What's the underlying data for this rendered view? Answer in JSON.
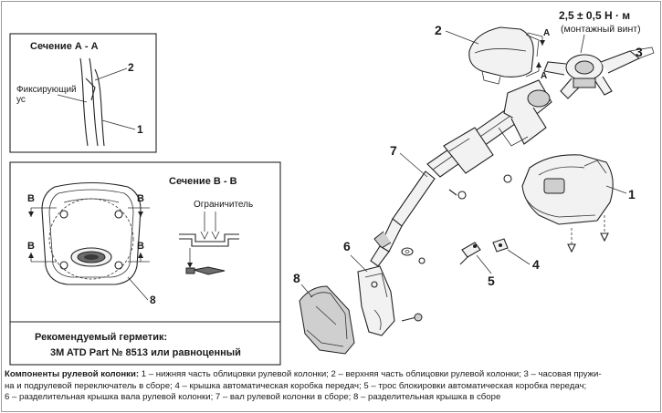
{
  "sections": {
    "aa": {
      "title": "Сечение А - А",
      "clip_label_1": "Фиксирующий",
      "clip_label_2": "ус",
      "callout_2": "2",
      "callout_1": "1"
    },
    "bb": {
      "title": "Сечение B - B",
      "limiter": "Ограничитель",
      "b_marks": [
        "B",
        "B",
        "B",
        "B"
      ],
      "callout_8": "8"
    },
    "sealant": {
      "line1": "Рекомендуемый герметик:",
      "line2": "3M ATD Part № 8513 или равноценный"
    }
  },
  "main": {
    "torque": "2,5 ± 0,5 Н · м",
    "torque_note": "(монтажный винт)",
    "callouts": [
      "1",
      "2",
      "3",
      "4",
      "5",
      "6",
      "7",
      "8"
    ],
    "arrow_marks": [
      "A",
      "A"
    ]
  },
  "caption": {
    "title": "Компоненты рулевой колонки:",
    "line1": " 1 – нижняя часть облицовки рулевой колонки; 2 – верхняя часть облицовки рулевой колонки; 3 – часовая пружи-",
    "line2": "на и подрулевой переключатель в сборе; 4 – крышка автоматическая коробка передач; 5 – трос блокировки автоматическая коробка передач;",
    "line3": "6 – разделительная крышка вала рулевой колонки; 7 – вал рулевой колонки в сборе; 8 – разделительная крышка в сборе"
  }
}
